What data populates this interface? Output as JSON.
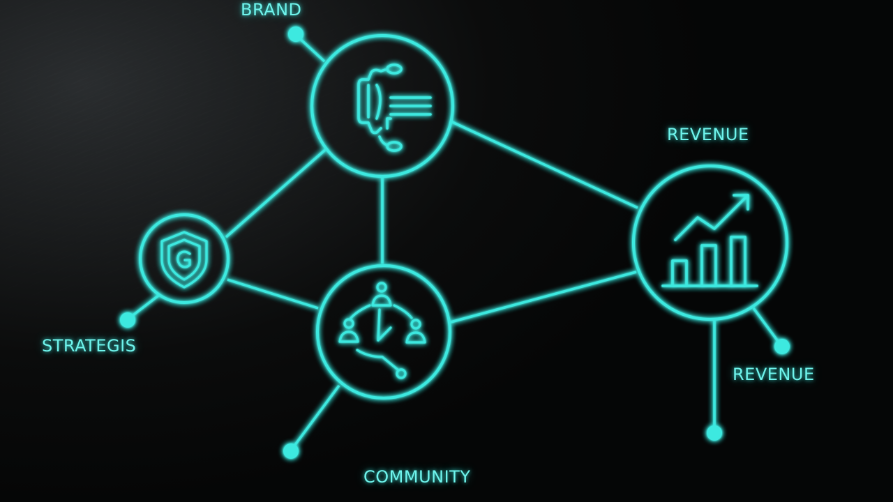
{
  "colors": {
    "neon": "#3ee9e0",
    "label": "#6ff4ec",
    "background": "#050606"
  },
  "labels": {
    "brand": "BRAND",
    "revenue_top": "REVENUE",
    "strategis": "STRATEGIS",
    "revenue_bottom": "REVENUE",
    "community": "COMMUNITY"
  },
  "nodes": [
    {
      "id": "brand",
      "icon": "phone-connector-icon"
    },
    {
      "id": "strategy",
      "icon": "shield-icon"
    },
    {
      "id": "community",
      "icon": "people-network-icon"
    },
    {
      "id": "revenue",
      "icon": "growth-chart-icon"
    }
  ]
}
